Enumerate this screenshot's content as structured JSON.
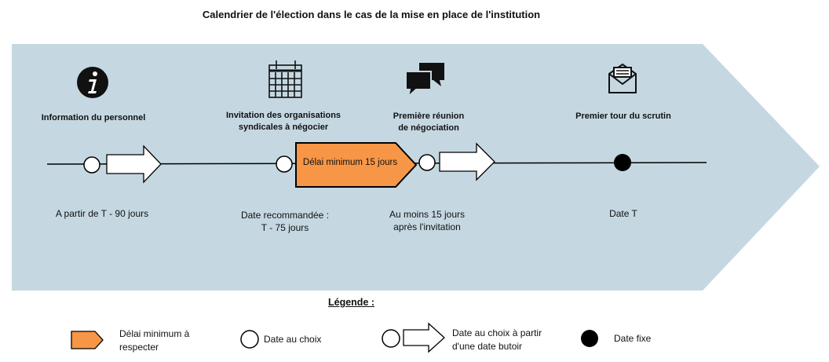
{
  "title": "Calendrier de l'élection dans le cas de la mise en place de l'institution",
  "colors": {
    "band": "#c5d8e2",
    "accent": "#f79646",
    "ink": "#000000"
  },
  "stages": [
    {
      "icon": "info-icon",
      "label": "Information du personnel",
      "date": "A partir de T - 90 jours"
    },
    {
      "icon": "calendar-icon",
      "label_lines": [
        "Invitation des organisations",
        "syndicales à négocier"
      ],
      "date_lines": [
        "Date recommandée :",
        "T - 75 jours"
      ]
    },
    {
      "icon": "chat-icon",
      "label_lines": [
        "Première réunion",
        "de négociation"
      ],
      "date_lines": [
        "Au moins 15 jours",
        "après l'invitation"
      ]
    },
    {
      "icon": "envelope-icon",
      "label": "Premier tour du scrutin",
      "date": "Date T"
    }
  ],
  "delay_box": "Délai minimum 15 jours",
  "legend": {
    "title": "Légende :",
    "items": [
      {
        "symbol": "orange-pentagon",
        "lines": [
          "Délai minimum à",
          "respecter"
        ]
      },
      {
        "symbol": "open-circle",
        "lines": [
          "Date au choix"
        ]
      },
      {
        "symbol": "circle-with-arrow",
        "lines": [
          "Date au choix à partir",
          "d'une date butoir"
        ]
      },
      {
        "symbol": "filled-circle",
        "lines": [
          "Date fixe"
        ]
      }
    ]
  }
}
